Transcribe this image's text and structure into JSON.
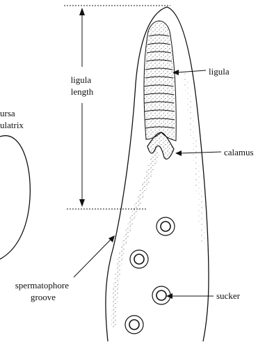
{
  "labels": {
    "ligula_length_line1": "ligula",
    "ligula_length_line2": "length",
    "bursa_line1": "ursa",
    "bursa_line2": "ulatrix",
    "ligula": "ligula",
    "calamus": "calamus",
    "spermatophore_line1": "spermatophore",
    "spermatophore_line2": "groove",
    "sucker": "sucker"
  },
  "colors": {
    "ink": "#111111",
    "background": "#ffffff"
  }
}
